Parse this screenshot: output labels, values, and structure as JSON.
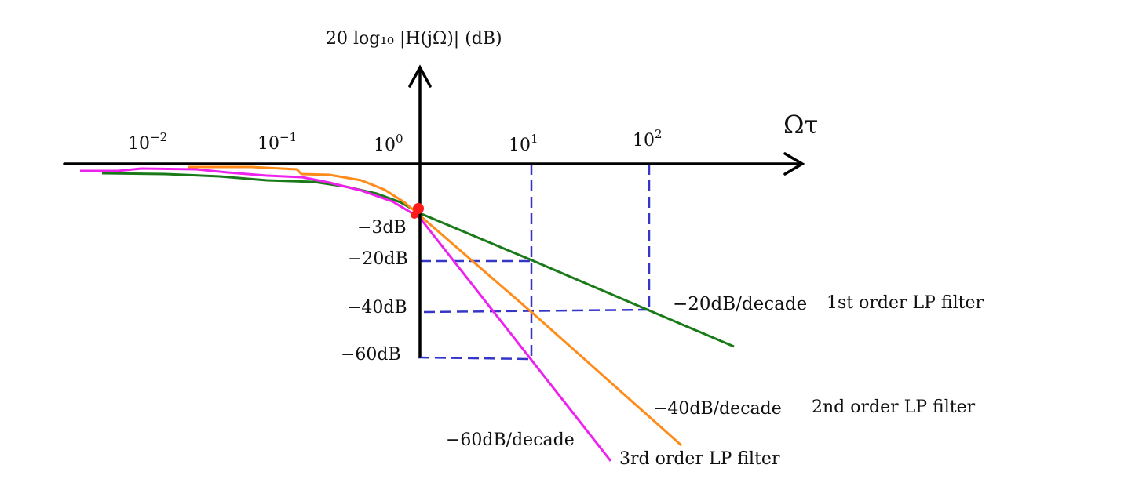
{
  "axes": {
    "y_label": "20 log₁₀ |H(jΩ)| (dB)",
    "x_label": "Ωτ",
    "x_ticks": [
      {
        "base": "10",
        "exp": "−2"
      },
      {
        "base": "10",
        "exp": "−1"
      },
      {
        "base": "10",
        "exp": "0"
      },
      {
        "base": "10",
        "exp": "1"
      },
      {
        "base": "10",
        "exp": "2"
      }
    ],
    "y_ticks": [
      "−3dB",
      "−20dB",
      "−40dB",
      "−60dB"
    ]
  },
  "filters": [
    {
      "name": "1st order LP filter",
      "slope": "−20dB/decade",
      "color": "#1a7a1a"
    },
    {
      "name": "2nd order LP filter",
      "slope": "−40dB/decade",
      "color": "#ff8c1a"
    },
    {
      "name": "3rd order LP filter",
      "slope": "−60dB/decade",
      "color": "#ee22ee"
    }
  ],
  "colors": {
    "axis": "#000000",
    "guides": "#3535c8",
    "corner_marker": "#ff1a1a"
  }
}
